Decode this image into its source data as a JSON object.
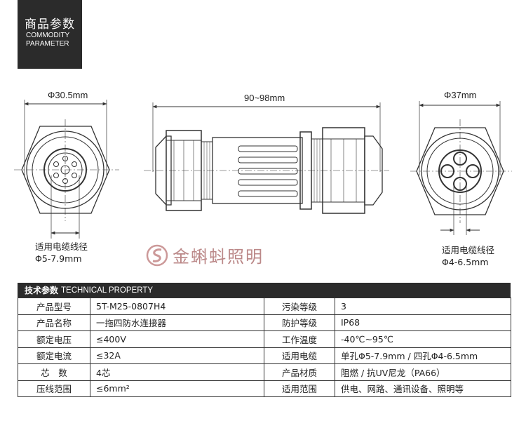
{
  "header": {
    "title_cn": "商品参数",
    "title_en_1": "COMMODITY",
    "title_en_2": "PARAMETER"
  },
  "dimensions": {
    "left_diameter": "Φ30.5mm",
    "length": "90~98mm",
    "right_diameter": "Φ37mm",
    "left_cable_label": "适用电缆线径",
    "left_cable_value": "Φ5-7.9mm",
    "right_cable_label": "适用电缆线径",
    "right_cable_value": "Φ4-6.5mm"
  },
  "watermark": {
    "brand": "金蝌蚪照明"
  },
  "tech": {
    "title_cn": "技术参数",
    "title_en": "TECHNICAL PROPERTY",
    "rows": [
      {
        "k1": "产品型号",
        "v1": "5T-M25-0807H4",
        "k2": "污染等级",
        "v2": "3"
      },
      {
        "k1": "产品名称",
        "v1": "一拖四防水连接器",
        "k2": "防护等级",
        "v2": "IP68"
      },
      {
        "k1": "额定电压",
        "v1": "≤400V",
        "k2": "工作温度",
        "v2": "-40℃~95℃"
      },
      {
        "k1": "额定电流",
        "v1": "≤32A",
        "k2": "适用电缆",
        "v2": "单孔Φ5-7.9mm / 四孔Φ4-6.5mm"
      },
      {
        "k1": "芯　数",
        "v1": "4芯",
        "k2": "产品材质",
        "v2": "阻燃 / 抗UV尼龙（PA66）"
      },
      {
        "k1": "压线范围",
        "v1": "≤6mm²",
        "k2": "适用范围",
        "v2": "供电、网路、通讯设备、照明等"
      }
    ]
  }
}
